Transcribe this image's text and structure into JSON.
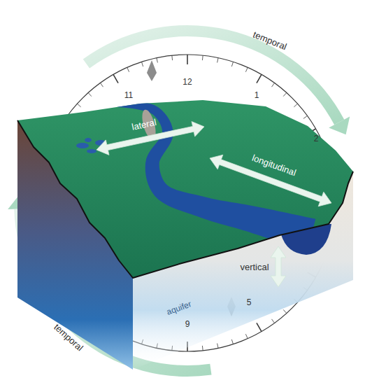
{
  "diagram": {
    "labels": [
      "temporal",
      "temporal",
      "12",
      "1",
      "2",
      "11",
      "9",
      "5",
      "lateral",
      "longitudinal",
      "vertical",
      "aquifer"
    ]
  }
}
